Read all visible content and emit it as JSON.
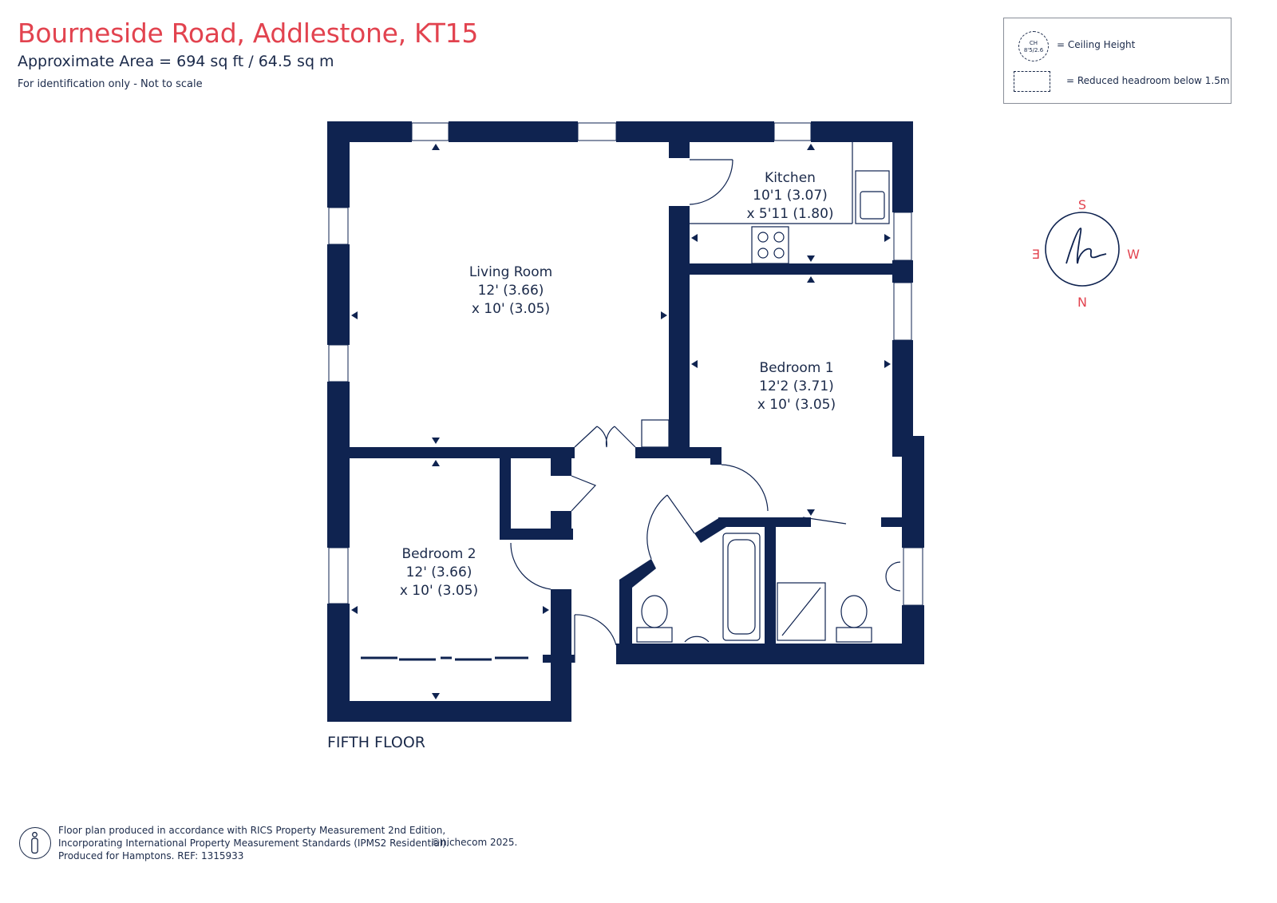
{
  "header": {
    "title": "Bourneside Road, Addlestone, KT15",
    "area": "Approximate Area = 694  sq ft / 64.5  sq m",
    "note": "For identification only - Not to scale"
  },
  "legend": {
    "ch_badge_line1": "CH",
    "ch_badge_line2": "8'5/2.6",
    "ceiling_height": "= Ceiling Height",
    "reduced_headroom": "= Reduced headroom below 1.5m"
  },
  "rooms": {
    "kitchen": {
      "name": "Kitchen",
      "dim1": "10'1 (3.07)",
      "dim2": "x 5'11 (1.80)"
    },
    "living": {
      "name": "Living Room",
      "dim1": "12' (3.66)",
      "dim2": "x 10' (3.05)"
    },
    "bedroom1": {
      "name": "Bedroom 1",
      "dim1": "12'2 (3.71)",
      "dim2": "x 10' (3.05)"
    },
    "bedroom2": {
      "name": "Bedroom 2",
      "dim1": "12' (3.66)",
      "dim2": "x 10' (3.05)"
    }
  },
  "floor_label": "FIFTH FLOOR",
  "compass": {
    "s": "S",
    "n": "N",
    "e": "E",
    "w": "W",
    "logo": "h"
  },
  "footer": {
    "line1": "Floor plan produced in accordance with RICS Property Measurement 2nd Edition,",
    "line2": "Incorporating International Property Measurement Standards (IPMS2 Residential).",
    "line3": "Produced for Hamptons.   REF:  1315933",
    "copyright": "©nichecom 2025."
  },
  "colors": {
    "wall": "#0f2350",
    "title": "#e2434f",
    "text": "#1b2a4a"
  }
}
